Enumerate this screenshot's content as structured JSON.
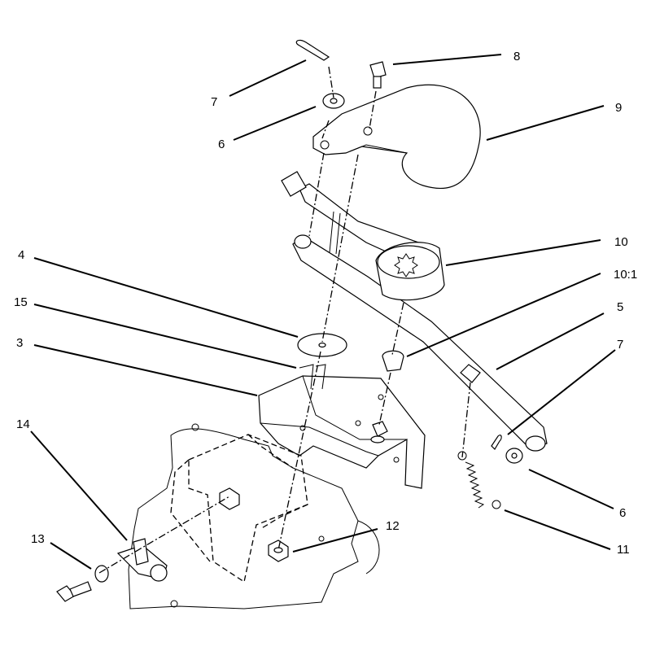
{
  "callouts": [
    {
      "id": "c7-top",
      "label": "7"
    },
    {
      "id": "c8",
      "label": "8"
    },
    {
      "id": "c9",
      "label": "9"
    },
    {
      "id": "c6-top",
      "label": "6"
    },
    {
      "id": "c10",
      "label": "10"
    },
    {
      "id": "c10-1",
      "label": "10:1"
    },
    {
      "id": "c4",
      "label": "4"
    },
    {
      "id": "c15",
      "label": "15"
    },
    {
      "id": "c5",
      "label": "5"
    },
    {
      "id": "c3",
      "label": "3"
    },
    {
      "id": "c7-right",
      "label": "7"
    },
    {
      "id": "c14",
      "label": "14"
    },
    {
      "id": "c6-right",
      "label": "6"
    },
    {
      "id": "c13",
      "label": "13"
    },
    {
      "id": "c12",
      "label": "12"
    },
    {
      "id": "c11",
      "label": "11"
    }
  ]
}
